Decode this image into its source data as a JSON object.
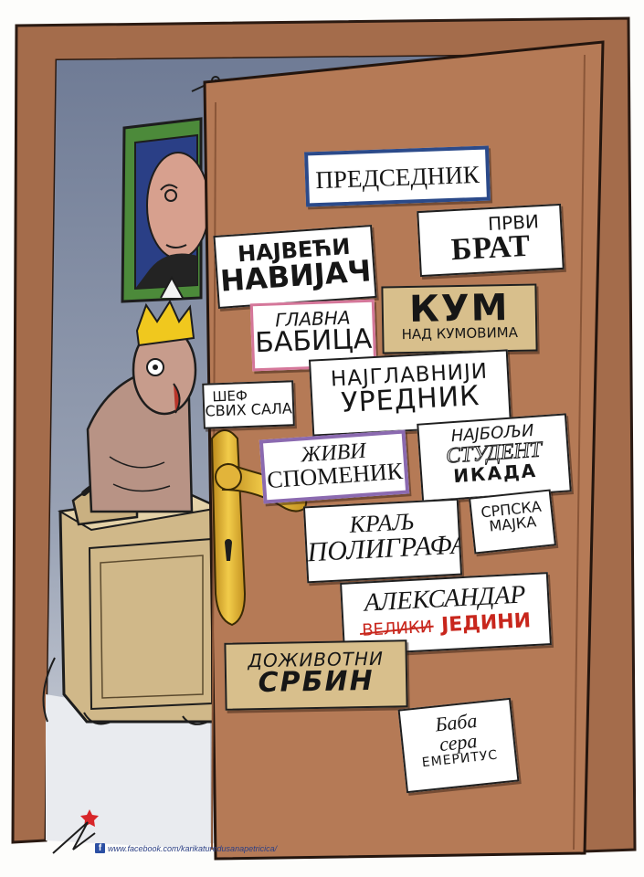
{
  "plaques": {
    "p1": {
      "text": "ПРЕДСЕДНИК"
    },
    "p2": {
      "line1": "ПРВИ",
      "line2": "БРАТ"
    },
    "p3": {
      "line1": "НАЈВЕЋИ",
      "line2": "НАВИЈАЧ"
    },
    "p4": {
      "line1": "ГЛАВНА",
      "line2": "БАБИЦА"
    },
    "p5": {
      "line1": "КУМ",
      "line2": "НАД КУМОВИМА"
    },
    "p6": {
      "line1": "ШЕФ",
      "line2": "СВИХ САЛА"
    },
    "p7": {
      "line1": "НАЈГЛАВНИЈИ",
      "line2": "УРЕДНИК"
    },
    "p8": {
      "line1": "ЖИВИ",
      "line2": "СПОМЕНИК"
    },
    "p9": {
      "line1": "НАЈБОЉИ",
      "line2": "СТУДЕНТ",
      "line3": "ИКАДА"
    },
    "p10": {
      "line1": "КРАЉ",
      "line2": "ПОЛИГРАФА"
    },
    "p11": {
      "line1": "СРПСКА",
      "line2": "МАЈКА"
    },
    "p12": {
      "line1": "АЛЕКСАНДАР",
      "crossed": "ВЕЛИКИ",
      "line3": "ЈЕДИНИ"
    },
    "p13": {
      "line1": "ДОЖИВОТНИ",
      "line2": "СРБИН"
    },
    "p14": {
      "line1": "Баба",
      "line2": "сера",
      "line3": "ЕМЕРИТУС"
    }
  },
  "credit": {
    "fb": "f",
    "url": "www.facebook.com/karikaturedusanapetricica/"
  },
  "colors": {
    "door": "#b57a56",
    "frame": "#9f6a4a",
    "wall": "#7f8aa0",
    "plaque_white": "#ffffff",
    "plaque_blue_border": "#2b4a8a",
    "plaque_pink_border": "#d5779a",
    "plaque_violet_border": "#8b6ab0",
    "plaque_tan": "#d8bf8c",
    "handle": "#d9a92a",
    "red_text": "#c8261c"
  }
}
